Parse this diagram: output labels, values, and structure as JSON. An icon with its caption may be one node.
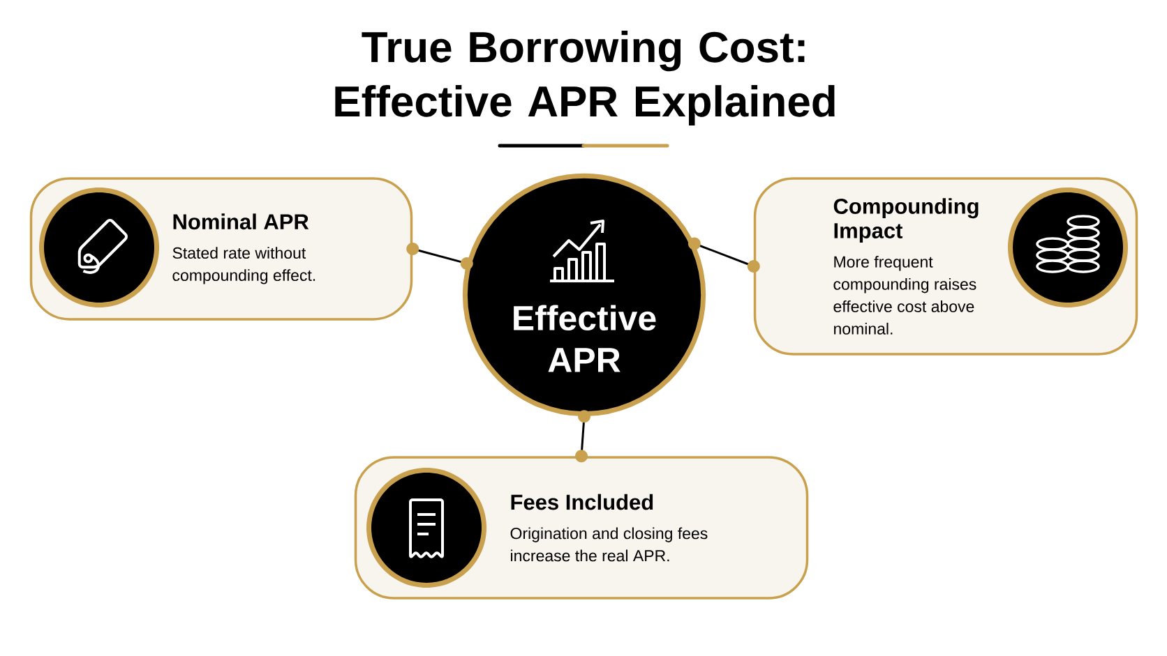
{
  "diagram": {
    "title": "True Borrowing Cost: Effective APR Explained",
    "nodes": [
      {
        "text": [
          "Effective APR"
        ]
      },
      {
        "text": [
          "Nominal APR",
          "Stated rate without compounding effect."
        ]
      },
      {
        "text": [
          "Compounding Impact",
          "More frequent compounding raises effective cost above nominal."
        ]
      },
      {
        "text": [
          "Fees Included",
          "Origination and closing fees increase the real APR."
        ]
      }
    ],
    "edges": [
      {
        "from": 1,
        "to": 0,
        "arrow": "other"
      },
      {
        "from": 0,
        "to": 2,
        "arrow": "other"
      },
      {
        "from": 0,
        "to": 3,
        "arrow": "other"
      }
    ]
  }
}
